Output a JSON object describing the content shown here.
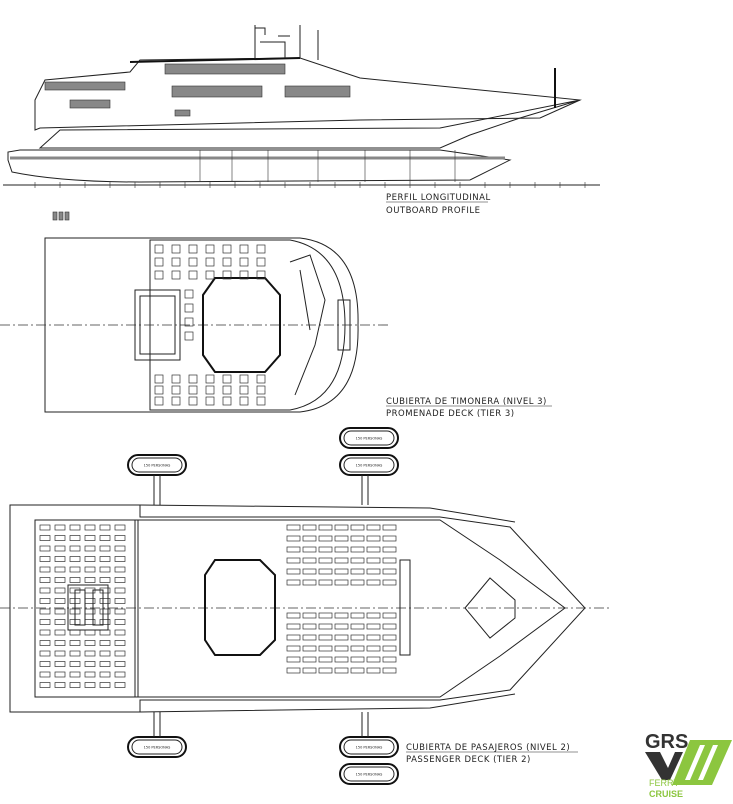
{
  "profile": {
    "title_es": "PERFIL LONGITUDINAL",
    "title_en": "OUTBOARD PROFILE"
  },
  "tier3": {
    "title_es": "CUBIERTA DE TIMONERA (NIVEL 3)",
    "title_en": "PROMENADE DECK (TIER 3)"
  },
  "tier2": {
    "title_es": "CUBIERTA DE PASAJEROS (NIVEL 2)",
    "title_en": "PASSENGER DECK (TIER 2)"
  },
  "liferaft_label": "150 PERSONAS",
  "logo": {
    "brand": "GRS",
    "line1": "FERRY",
    "line2": "CRUISE",
    "colors": {
      "dark": "#333333",
      "green": "#8cc63f"
    }
  }
}
